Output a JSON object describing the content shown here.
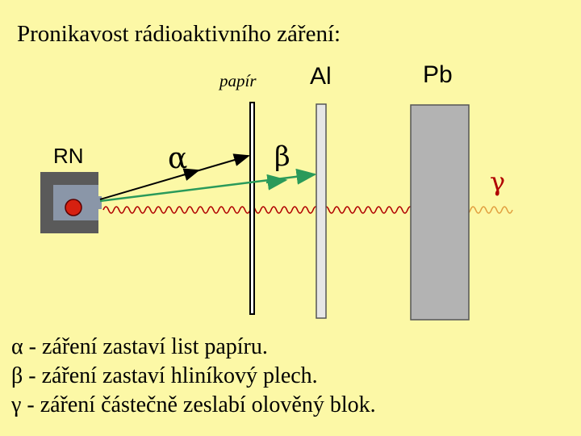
{
  "title": "Pronikavost rádioaktivního záření:",
  "labels": {
    "papir": "papír",
    "al": "Al",
    "pb": "Pb",
    "rn": "RN",
    "alpha": "α",
    "beta": "β",
    "gamma": "γ"
  },
  "legend": [
    "α - záření zastaví list papíru.",
    "β - záření zastaví hliníkový plech.",
    "γ - záření částečně zeslabí olověný blok."
  ],
  "colors": {
    "background": "#fcf8a6",
    "alpha_ray": "#000000",
    "beta_ray": "#2a9a5a",
    "gamma_wave": "#b00000",
    "gamma_wave_faded": "#e2a040",
    "aluminium": "#e6e6e6",
    "lead": "#b3b3b3",
    "source": "#5a5a5a",
    "source_core": "#d62010"
  }
}
